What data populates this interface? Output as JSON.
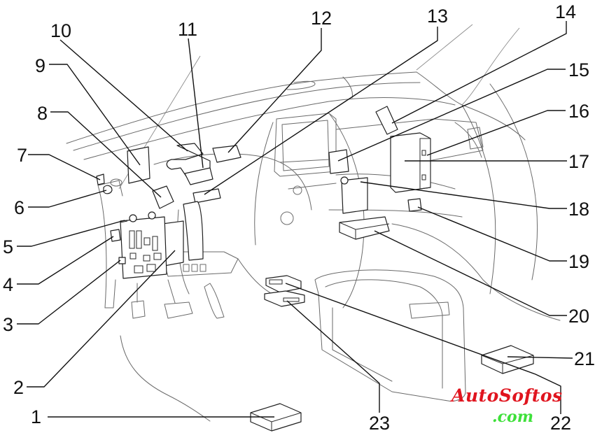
{
  "diagram": {
    "title": "Instrument panel relay / ECU location diagram",
    "callouts": [
      {
        "id": "1",
        "label": "1"
      },
      {
        "id": "2",
        "label": "2"
      },
      {
        "id": "3",
        "label": "3"
      },
      {
        "id": "4",
        "label": "4"
      },
      {
        "id": "5",
        "label": "5"
      },
      {
        "id": "6",
        "label": "6"
      },
      {
        "id": "7",
        "label": "7"
      },
      {
        "id": "8",
        "label": "8"
      },
      {
        "id": "9",
        "label": "9"
      },
      {
        "id": "10",
        "label": "10"
      },
      {
        "id": "11",
        "label": "11"
      },
      {
        "id": "12",
        "label": "12"
      },
      {
        "id": "13",
        "label": "13"
      },
      {
        "id": "14",
        "label": "14"
      },
      {
        "id": "15",
        "label": "15"
      },
      {
        "id": "16",
        "label": "16"
      },
      {
        "id": "17",
        "label": "17"
      },
      {
        "id": "18",
        "label": "18"
      },
      {
        "id": "19",
        "label": "19"
      },
      {
        "id": "20",
        "label": "20"
      },
      {
        "id": "21",
        "label": "21"
      },
      {
        "id": "22",
        "label": "22"
      },
      {
        "id": "23",
        "label": "23"
      }
    ],
    "colors": {
      "line_art": "#6a6a6a",
      "leader": "#111111",
      "background": "#ffffff"
    }
  },
  "watermark": {
    "line1": "AutoSoftos",
    "line2": ".com",
    "color1": "#e0141e",
    "color2": "#3ee03a"
  }
}
